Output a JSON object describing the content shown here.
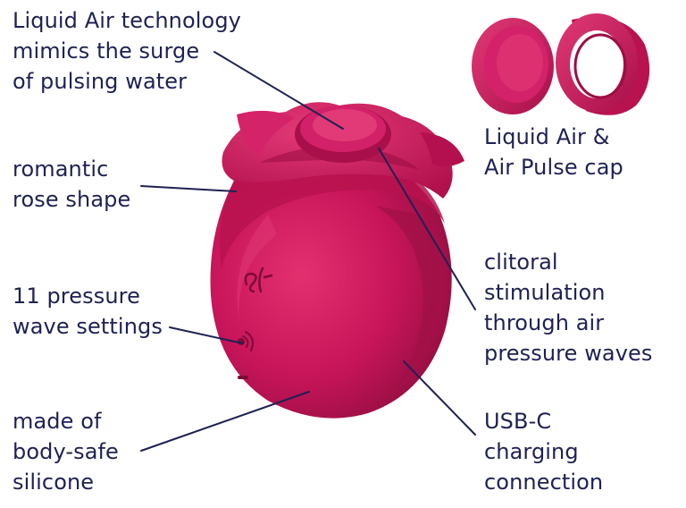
{
  "colors": {
    "text": "#1e2153",
    "line": "#1e2153",
    "product_main": "#c8155a",
    "product_dark": "#8e0d3e",
    "product_light": "#e2306f",
    "background": "#ffffff"
  },
  "callouts": {
    "technology": [
      "Liquid Air technology",
      "mimics the surge",
      "of pulsing water"
    ],
    "shape": [
      "romantic",
      "rose shape"
    ],
    "settings": [
      "11 pressure",
      "wave settings"
    ],
    "material": [
      "made of",
      "body-safe",
      "silicone"
    ],
    "caps": [
      "Liquid Air &",
      "Air Pulse cap"
    ],
    "stimulation": [
      "clitoral",
      "stimulation",
      "through air",
      "pressure waves"
    ],
    "charging": [
      "USB-C",
      "charging",
      "connection"
    ]
  },
  "icons": {
    "brand_logo": "satisfyer-logo-icon",
    "control_button": "wave-button-icon",
    "charging_port": "charging-port-icon"
  }
}
